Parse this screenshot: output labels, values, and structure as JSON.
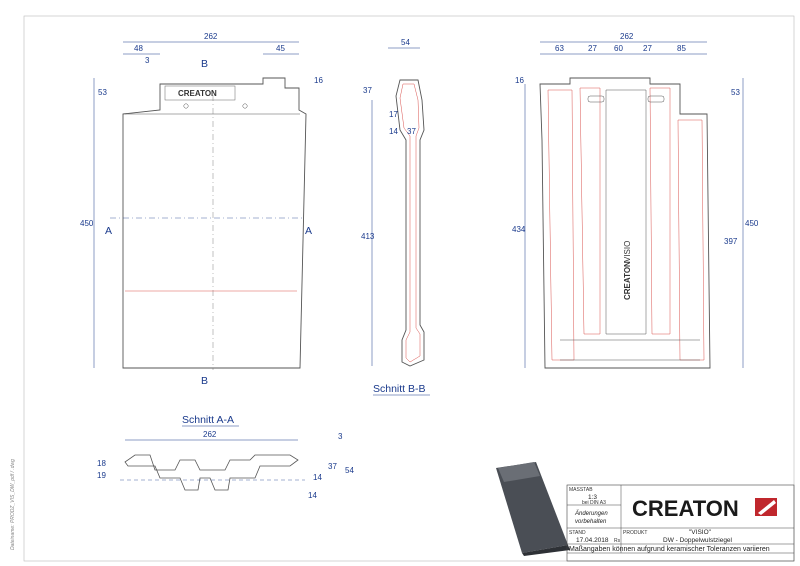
{
  "front_view": {
    "section_mark": "B",
    "section_a": "A",
    "dims": {
      "width": "262",
      "left": "48",
      "right": "45",
      "inner": "3",
      "right_small": "16",
      "left_nose": "53",
      "height": "450"
    }
  },
  "section_bb": {
    "title": "Schnitt B-B",
    "dims": {
      "top": "54",
      "left_top": "37",
      "a": "17",
      "b": "14",
      "c": "37",
      "height": "413"
    }
  },
  "back_view": {
    "product_text": "VISIO",
    "logo_text": "CREATON",
    "dims": {
      "width": "262",
      "a": "63",
      "b": "27",
      "c": "60",
      "d": "27",
      "e": "85",
      "left_small": "16",
      "right_top": "53",
      "left_height": "434",
      "right_height": "450",
      "inner_height": "397"
    }
  },
  "section_aa": {
    "title": "Schnitt A-A",
    "dims": {
      "width": "262",
      "right_small": "3",
      "left_a": "18",
      "left_b": "19",
      "r1": "37",
      "r2": "54",
      "r3": "14",
      "r4": "14"
    }
  },
  "title_block": {
    "scale_label": "MASSTAB",
    "scale_value": "1:3",
    "scale_note": "bei DIN A3",
    "changes_line1": "Änderungen",
    "changes_line2": "vorbehalten",
    "date_label": "STAND",
    "date_value": "17.04.2018",
    "rev": "Rs",
    "product_label": "PRODUKT",
    "product_name": "\"VISIO\"",
    "product_type": "DW - Doppelwulstziegel",
    "brand": "CREATON",
    "footer_note": "Maßangaben können aufgrund keramischer Toleranzen variieren"
  },
  "side_text": "Dateiname: PRODZ_VIS_DW_pdf / .dwg",
  "colors": {
    "dimension": "#1a3a8c",
    "outline": "#5a5a5a",
    "red_line": "#d9534f"
  }
}
